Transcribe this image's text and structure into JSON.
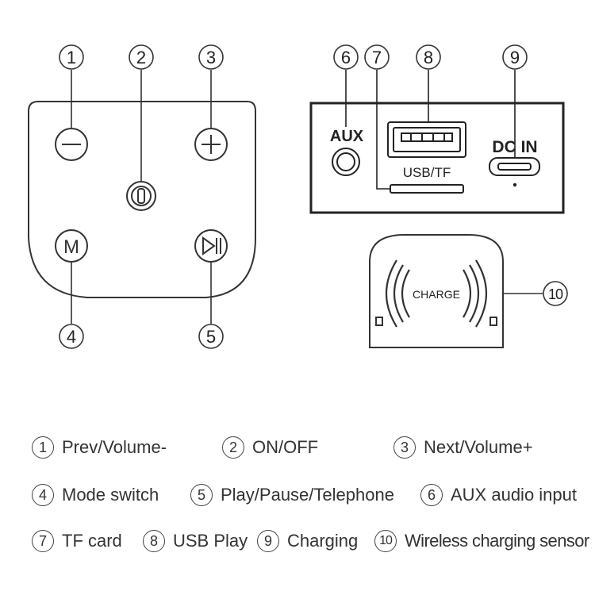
{
  "callouts": [
    "1",
    "2",
    "3",
    "4",
    "5",
    "6",
    "7",
    "8",
    "9",
    "10"
  ],
  "panel_labels": {
    "mode_button": "M",
    "aux": "AUX",
    "usb_tf": "USB/TF",
    "dc_in": "DC IN",
    "charge": "CHARGE"
  },
  "legend": [
    {
      "num": "1",
      "label": "Prev/Volume-"
    },
    {
      "num": "2",
      "label": "ON/OFF"
    },
    {
      "num": "3",
      "label": "Next/Volume+"
    },
    {
      "num": "4",
      "label": "Mode switch"
    },
    {
      "num": "5",
      "label": "Play/Pause/Telephone"
    },
    {
      "num": "6",
      "label": "AUX audio input"
    },
    {
      "num": "7",
      "label": "TF card"
    },
    {
      "num": "8",
      "label": "USB Play"
    },
    {
      "num": "9",
      "label": "Charging"
    },
    {
      "num": "10",
      "label": "Wireless charging sensor"
    }
  ]
}
